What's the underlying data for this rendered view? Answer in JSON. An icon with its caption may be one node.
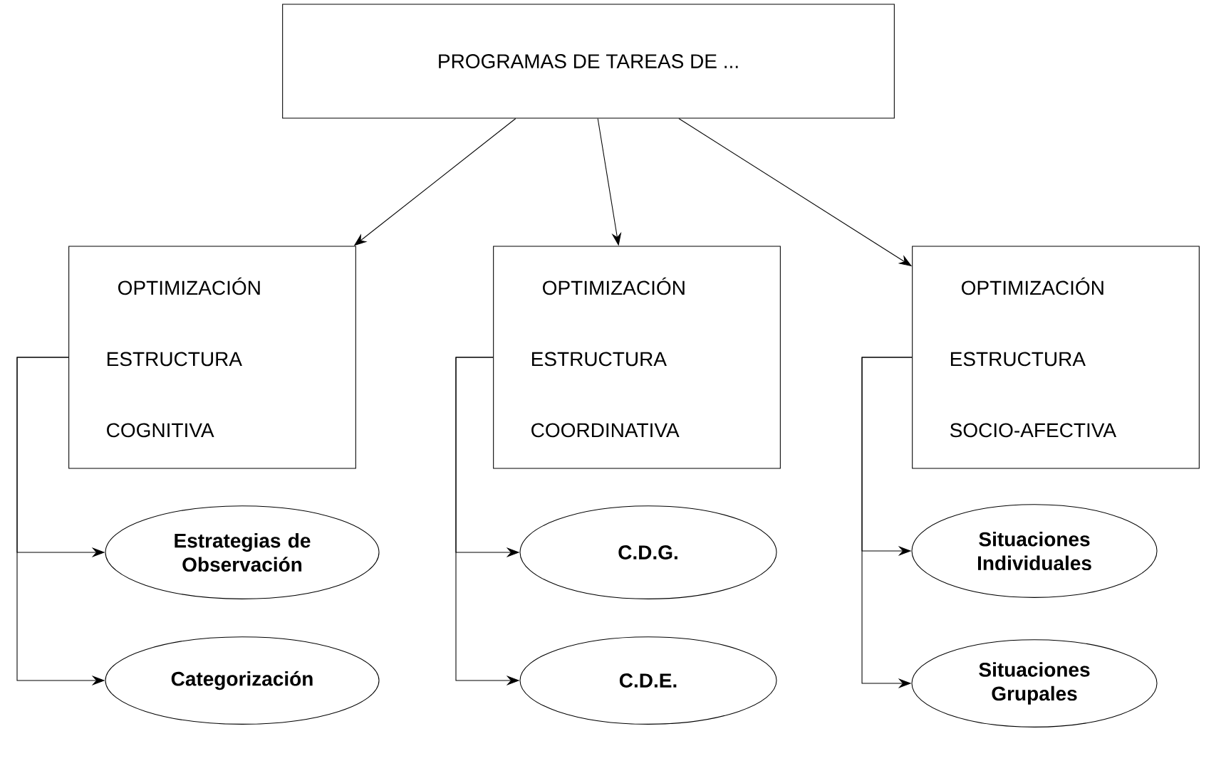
{
  "diagram": {
    "nodes": [
      {
        "text": [
          "PROGRAMAS DE TAREAS DE ..."
        ]
      },
      {
        "text": [
          "OPTIMIZACIÓN ESTRUCTURA COGNITIVA"
        ]
      },
      {
        "text": [
          "OPTIMIZACIÓN ESTRUCTURA COORDINATIVA"
        ]
      },
      {
        "text": [
          "OPTIMIZACIÓN ESTRUCTURA SOCIO-AFECTIVA"
        ]
      },
      {
        "text": [
          "Estrategias de Observación"
        ]
      },
      {
        "text": [
          "Categorización"
        ]
      },
      {
        "text": [
          "C.D.G."
        ]
      },
      {
        "text": [
          "C.D.E."
        ]
      },
      {
        "text": [
          "Situaciones Individuales"
        ]
      },
      {
        "text": [
          "Situaciones Grupales"
        ]
      }
    ],
    "edges": [
      {
        "from": 0,
        "to": 1,
        "arrow": "to"
      },
      {
        "from": 0,
        "to": 2,
        "arrow": "to"
      },
      {
        "from": 0,
        "to": 3,
        "arrow": "to"
      },
      {
        "from": 1,
        "to": 4,
        "arrow": "to"
      },
      {
        "from": 1,
        "to": 5,
        "arrow": "to"
      },
      {
        "from": 2,
        "to": 6,
        "arrow": "to"
      },
      {
        "from": 2,
        "to": 7,
        "arrow": "to"
      },
      {
        "from": 3,
        "to": 8,
        "arrow": "to"
      },
      {
        "from": 3,
        "to": 9,
        "arrow": "to"
      }
    ]
  }
}
